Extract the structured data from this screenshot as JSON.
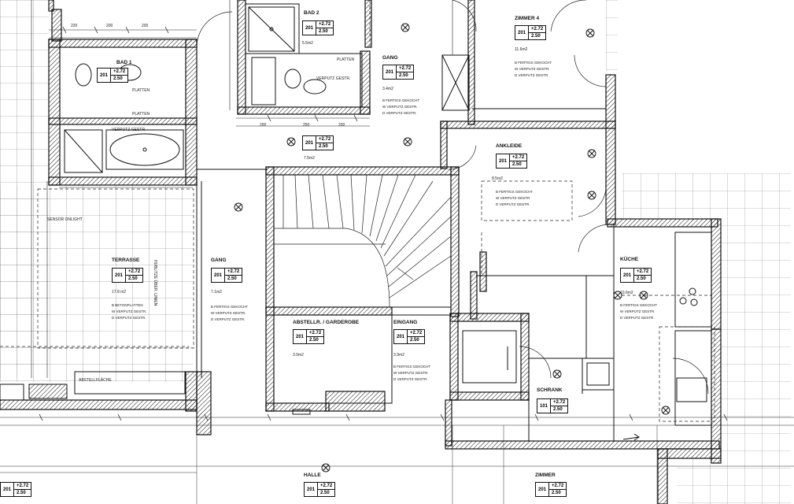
{
  "rooms": [
    {
      "id": "bad1",
      "name": "BAD 1",
      "num": "201",
      "level": "+2.72",
      "height": "2.50"
    },
    {
      "id": "bad2",
      "name": "BAD 2",
      "num": "201",
      "level": "+2.72",
      "height": "2.50"
    },
    {
      "id": "gang-top",
      "name": "GANG",
      "num": "201",
      "level": "+2.72",
      "height": "2.50"
    },
    {
      "id": "zimmer4",
      "name": "ZIMMER 4",
      "num": "201",
      "level": "+2.72",
      "height": "2.50"
    },
    {
      "id": "zimmer-mid",
      "name": "",
      "num": "201",
      "level": "+2.72",
      "height": "2.50"
    },
    {
      "id": "ankleide",
      "name": "ANKLEIDE",
      "num": "201",
      "level": "+2.72",
      "height": "2.50"
    },
    {
      "id": "terrasse",
      "name": "TERRASSE",
      "num": "201",
      "level": "+2.72",
      "height": "2.50"
    },
    {
      "id": "gang",
      "name": "GANG",
      "num": "201",
      "level": "+2.72",
      "height": "2.50"
    },
    {
      "id": "kueche",
      "name": "KÜCHE",
      "num": "201",
      "level": "+2.72",
      "height": "2.50"
    },
    {
      "id": "abstellraum",
      "name": "ABSTELLR. / GARDEROBE",
      "num": "201",
      "level": "+2.72",
      "height": "2.50"
    },
    {
      "id": "eingang",
      "name": "EINGANG",
      "num": "201",
      "level": "+2.72",
      "height": "2.50"
    },
    {
      "id": "schrank",
      "name": "SCHRANK",
      "num": "101",
      "level": "+2.72",
      "height": "2.50"
    },
    {
      "id": "bottom-left",
      "name": "",
      "num": "201",
      "level": "+2.72",
      "height": "2.50"
    },
    {
      "id": "halle",
      "name": "HALLE",
      "num": "201",
      "level": "+2.72",
      "height": "2.50"
    },
    {
      "id": "bottom-right",
      "name": "ZIMMER",
      "num": "201",
      "level": "+2.72",
      "height": "2.50"
    }
  ],
  "finishes": {
    "standard": [
      "B  FERTIGS GEKOCHT",
      "W  VERPUTZ GESTR.",
      "D  VERPUTZ GESTR."
    ],
    "terrasse": [
      "B  BETONPLATTEN",
      "W  VERPUTZ GESTR.",
      "D  VERPUTZ GESTR."
    ]
  },
  "areas": {
    "bad2": "5.5m2",
    "gang-top": "3.4m2",
    "zimmer4": "11.6m2",
    "ankleide": "8.5m2",
    "terrasse": "17.8 m2",
    "gang": "7.1m2",
    "abstellraum": "3.9m2",
    "eingang": "3.9m2",
    "zimmer-mid": "7.5m2",
    "kueche": "10.6m2"
  },
  "notes": {
    "fixture_bad1": "PLATTEN",
    "fixture_bad1b": "PLATTEN",
    "fixture_bad2": "PLATTEN",
    "fixture_bad2b": "VERPUTZ GESTR.",
    "bathtub": "VERPUTZ GESTR.",
    "terrasse_side": "HUBLITZE ÜBER. LINIEN",
    "sensor": "SENSOR ONLIGHT",
    "ablage": "ABSTELLFLÄCHE"
  },
  "dims": {
    "d1": "220",
    "d2": "200",
    "d3": "200",
    "d4": "250",
    "d5": "200",
    "d6": "200"
  }
}
